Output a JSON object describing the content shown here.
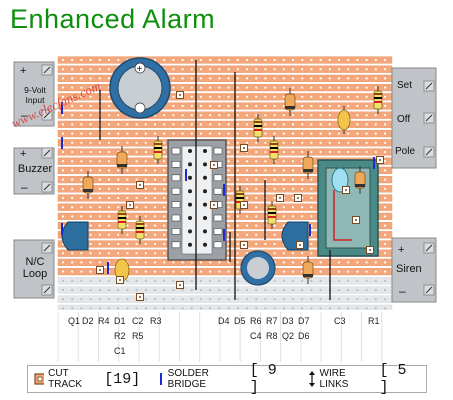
{
  "title": "Enhanced  Alarm",
  "watermark": "www.elecfans.com",
  "colors": {
    "track": "#f4a77a",
    "board": "#eceff2",
    "title": "#0d8f0d",
    "terminal": "#c0c4c9",
    "electrolytic": "#2f6fa3",
    "relay": "#4a8a86",
    "transistor": "#2c6e9e"
  },
  "terminals_left": {
    "power": {
      "label": "9-Volt\nInput",
      "pins": [
        "+",
        "-"
      ]
    },
    "buzzer": {
      "label": "Buzzer",
      "pins": [
        "+",
        "-"
      ]
    },
    "loop": {
      "label": "N/C\nLoop",
      "pins": [
        null,
        null
      ]
    }
  },
  "terminals_right": {
    "relay": {
      "labels": [
        "Set",
        "Off",
        "Pole"
      ]
    },
    "siren": {
      "label": "Siren",
      "pins": [
        "+",
        "-"
      ]
    }
  },
  "component_labels": [
    {
      "text": "Q1",
      "col": 0
    },
    {
      "text": "D2",
      "col": 1
    },
    {
      "text": "R4",
      "col": 2
    },
    {
      "text": "D1",
      "col": 3
    },
    {
      "text": "R2",
      "col": 3
    },
    {
      "text": "C1",
      "col": 3
    },
    {
      "text": "C2",
      "col": 4
    },
    {
      "text": "R5",
      "col": 4
    },
    {
      "text": "R3",
      "col": 5
    },
    {
      "text": "D4",
      "col": 6
    },
    {
      "text": "D5",
      "col": 7
    },
    {
      "text": "R6",
      "col": 8
    },
    {
      "text": "C4",
      "col": 8
    },
    {
      "text": "R7",
      "col": 9
    },
    {
      "text": "R8",
      "col": 9
    },
    {
      "text": "D3",
      "col": 10
    },
    {
      "text": "Q2",
      "col": 10
    },
    {
      "text": "D7",
      "col": 11
    },
    {
      "text": "D6",
      "col": 11
    },
    {
      "text": "C3",
      "col": 12
    },
    {
      "text": "R1",
      "col": 13
    }
  ],
  "legend": {
    "cut_track": {
      "label": "CUT TRACK",
      "count": "[19]"
    },
    "solder_bridge": {
      "label": "SOLDER BRIDGE",
      "count": "[ 9 ]"
    },
    "wire_links": {
      "label": "WIRE LINKS",
      "count": "[ 5 ]"
    }
  }
}
